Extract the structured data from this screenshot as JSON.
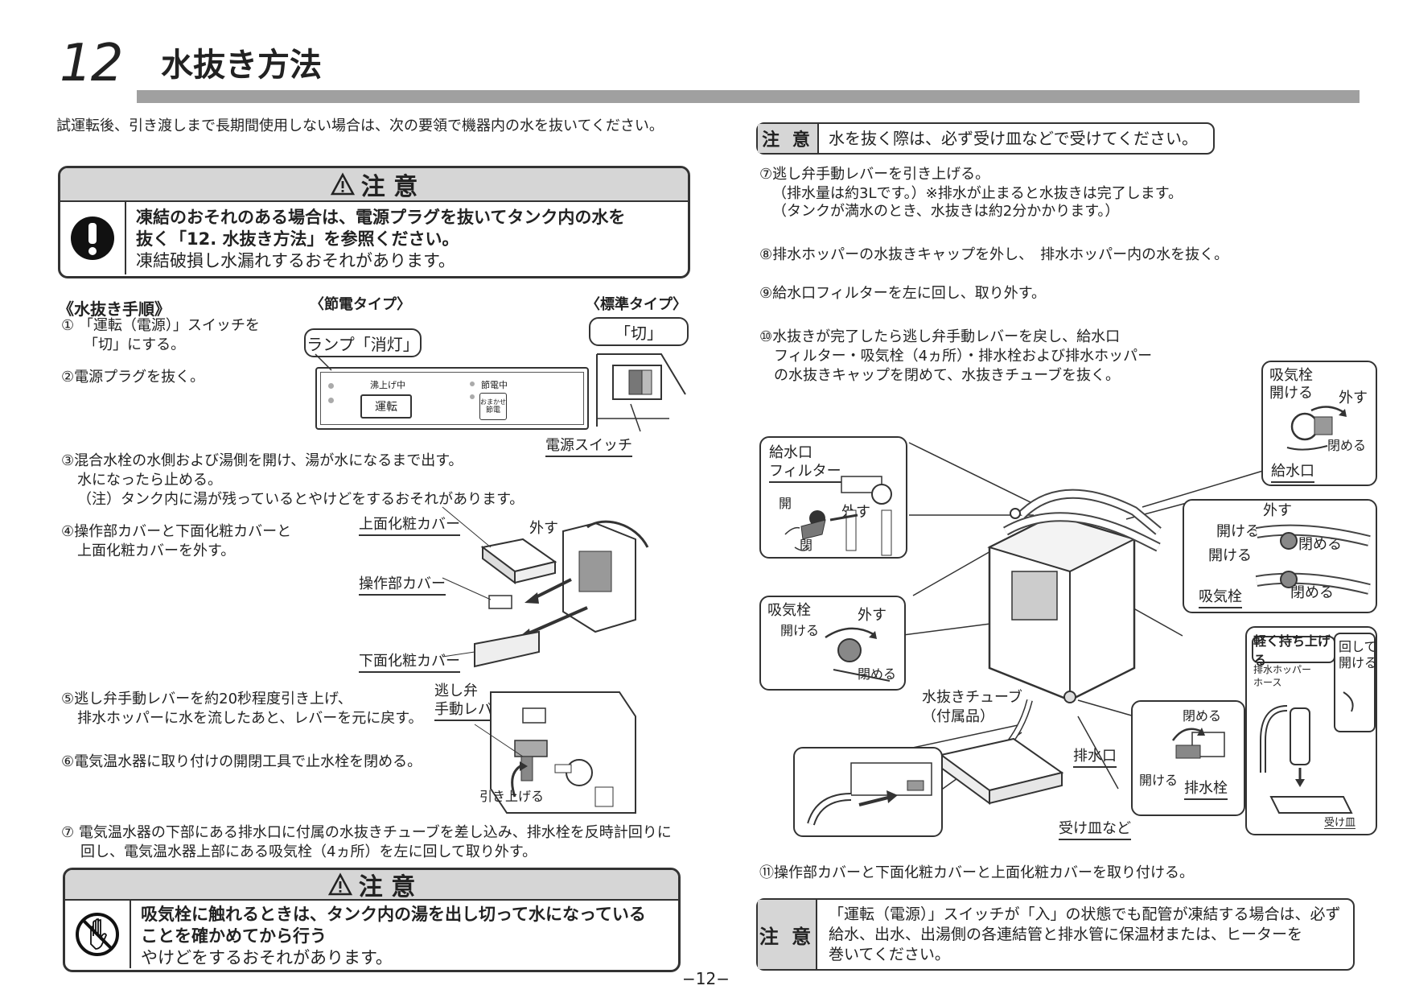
{
  "header": {
    "section_number": "12",
    "title": "水抜き方法"
  },
  "intro": "試運転後、引き渡しまで長期間使用しない場合は、次の要領で機器内の水を抜いてください。",
  "caution1": {
    "heading": "注 意",
    "line1": "凍結のおそれのある場合は、電源プラグを抜いてタンク内の水を",
    "line2": "抜く「12. 水抜き方法」を参照ください。",
    "line3": "凍結破損し水漏れするおそれがあります。"
  },
  "procedure": {
    "title": "《水抜き手順》",
    "step1a": "① 「運転（電源）」スイッチを",
    "step1b": "「切」にする。",
    "step2": "②電源プラグを抜く。",
    "step3a": "③混合水栓の水側および湯側を開け、湯が水になるまで出す。",
    "step3b": "水になったら止める。",
    "step3c": "（注）タンク内に湯が残っているとやけどをするおそれがあります。",
    "step4a": "④操作部カバーと下面化粧カバーと",
    "step4b": "上面化粧カバーを外す。",
    "step5a": "⑤逃し弁手動レバーを約20秒程度引き上げ、",
    "step5b": "排水ホッパーに水を流したあと、レバーを元に戻す。",
    "step6": "⑥電気温水器に取り付けの開閉工具で止水栓を閉める。",
    "step7a": "⑦ 電気温水器の下部にある排水口に付属の水抜きチューブを差し込み、排水栓を反時計回りに",
    "step7b": "回し、電気温水器上部にある吸気栓（4ヵ所）を左に回して取り外す。"
  },
  "panel_figure": {
    "energy_type": "〈節電タイプ〉",
    "standard_type": "〈標準タイプ〉",
    "lamp_callout": "ランプ「消灯」",
    "off_callout": "「切」",
    "boiling_label": "沸上げ中",
    "run_button": "運転",
    "saving_label": "節電中",
    "auto_button_1": "おまかせ",
    "auto_button_2": "節電",
    "power_switch": "電源スイッチ"
  },
  "cover_figure": {
    "top_cover": "上面化粧カバー",
    "remove": "外す",
    "panel_cover": "操作部カバー",
    "bottom_cover": "下面化粧カバー"
  },
  "valve_figure": {
    "relief_valve_1": "逃し弁",
    "relief_valve_2": "手動レバー",
    "pull_up": "引き上げる"
  },
  "caution2": {
    "heading": "注 意",
    "line1": "吸気栓に触れるときは、タンク内の湯を出し切って水になっている",
    "line2": "ことを確かめてから行う",
    "line3": "やけどをするおそれがあります。"
  },
  "page_number": "−12−",
  "right": {
    "note1_label": "注 意",
    "note1_text": "水を抜く際は、必ず受け皿などで受けてください。",
    "step7a": "⑦逃し弁手動レバーを引き上げる。",
    "step7b": "（排水量は約3Lです。）※排水が止まると水抜きは完了します。",
    "step7c": "（タンクが満水のとき、水抜きは約2分かかります。）",
    "step8": "⑧排水ホッパーの水抜きキャップを外し、　排水ホッパー内の水を抜く。",
    "step9": "⑨給水口フィルターを左に回し、取り外す。",
    "step10a": "⑩水抜きが完了したら逃し弁手動レバーを戻し、給水口",
    "step10b": "フィルター・吸気栓（4ヵ所）・排水栓および排水ホッパー",
    "step10c": "の水抜きキャップを閉めて、水抜きチューブを抜く。",
    "step11": "⑪操作部カバーと下面化粧カバーと上面化粧カバーを取り付ける。",
    "note2_label": "注 意",
    "note2_line1": "「運転（電源）」スイッチが「入」の状態でも配管が凍結する場合は、必ず",
    "note2_line2": "給水、出水、出湯側の各連結管と排水管に保温材または、ヒーターを",
    "note2_line3": "巻いてください。"
  },
  "diagram": {
    "inlet_filter_1": "給水口",
    "inlet_filter_2": "フィルター",
    "open": "開",
    "close": "閉",
    "remove": "外す",
    "air_valve_open_1": "吸気栓",
    "air_valve_open_2": "開ける",
    "close_verb": "閉める",
    "water_inlet": "給水口",
    "open_verb": "開ける",
    "air_valve": "吸気栓",
    "tube_1": "水抜きチューブ",
    "tube_2": "（付属品）",
    "drain_outlet": "排水口",
    "drain_plug": "排水栓",
    "tray": "受け皿など",
    "lift_gently": "軽く持ち上げる",
    "hopper_hose_1": "排水ホッパー",
    "hopper_hose_2": "ホース",
    "turn_open_1": "回して",
    "turn_open_2": "開ける",
    "tray_small": "受け皿"
  }
}
